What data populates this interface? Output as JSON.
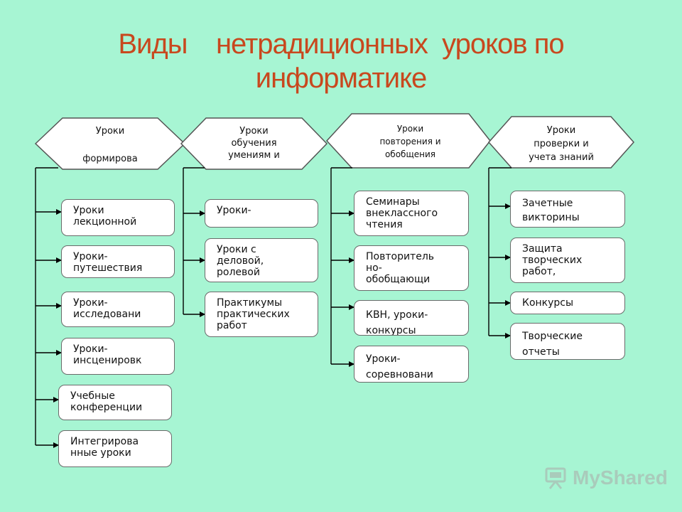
{
  "title": {
    "line1": "Виды    нетрадиционных  уроков по",
    "line2": "информатике"
  },
  "watermark": "MyShared",
  "colors": {
    "background": "#a7f5d3",
    "title": "#c8481e",
    "box_fill": "#ffffff",
    "box_border": "#6a6a6a",
    "watermark": "#a9cbbb"
  },
  "columns": [
    {
      "header": [
        "Уроки",
        "формирова"
      ],
      "items": [
        "Уроки\nлекционной",
        "Уроки-\nпутешествия",
        "Уроки-\nисследовани",
        "Уроки-\nинсценировк",
        "Учебные\nконференции",
        "Интегрирова\nнные уроки"
      ]
    },
    {
      "header": [
        "Уроки",
        "обучения",
        "умениям и"
      ],
      "items": [
        "Уроки-",
        "Уроки с\nделовой,\nролевой",
        "Практикумы\nпрактических\nработ"
      ]
    },
    {
      "header": [
        "Уроки",
        "повторения и",
        "обобщения"
      ],
      "items": [
        "Семинары\nвнеклассного\nчтения",
        "Повторитель\nно-\nобобщающи",
        "КВН, уроки-\nконкурсы",
        "Уроки-\nсоревновани"
      ]
    },
    {
      "header": [
        "Уроки",
        "проверки и",
        "учета знаний"
      ],
      "items": [
        "Зачетные\nвикторины",
        "Защита\nтворческих\nработ,",
        "Конкурсы",
        "Творческие\nотчеты"
      ]
    }
  ]
}
